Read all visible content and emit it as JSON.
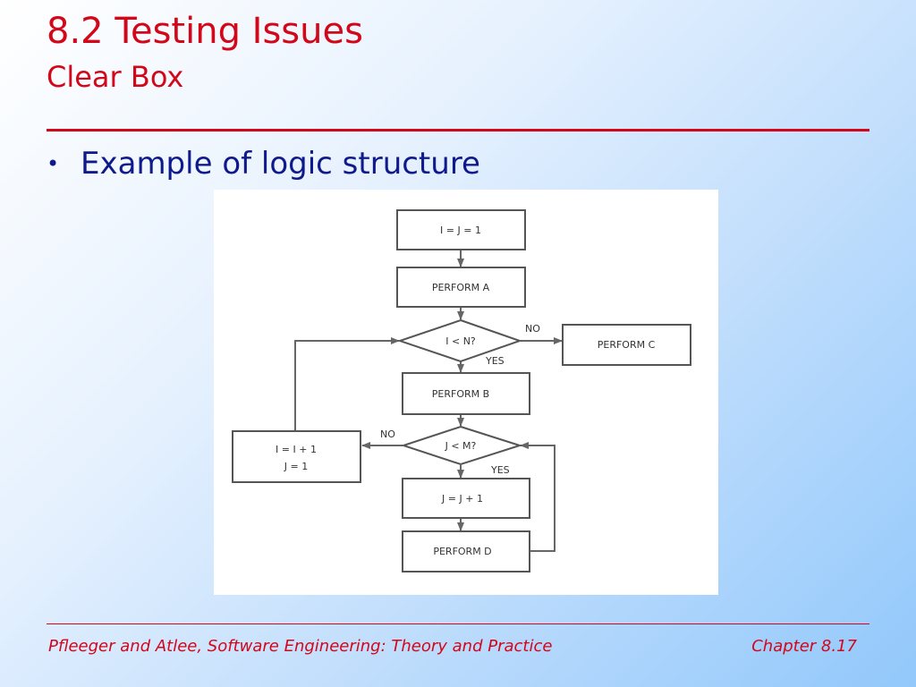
{
  "slide": {
    "title": "8.2 Testing Issues",
    "subtitle": "Clear Box",
    "bullet_marker": "•",
    "bullet": "Example of logic structure"
  },
  "flowchart": {
    "init": "I = J = 1",
    "perform_a": "PERFORM A",
    "decision_i": "I < N?",
    "decision_i_no": "NO",
    "decision_i_yes": "YES",
    "perform_c": "PERFORM C",
    "perform_b": "PERFORM B",
    "decision_j": "J < M?",
    "decision_j_no": "NO",
    "decision_j_yes": "YES",
    "increment_i_line1": "I = I + 1",
    "increment_i_line2": "J = 1",
    "increment_j": "J = J + 1",
    "perform_d": "PERFORM D"
  },
  "footer": {
    "citation": "Pfleeger and Atlee, Software Engineering: Theory and Practice",
    "chapter": "Chapter 8.17"
  },
  "colors": {
    "heading": "#d2071a",
    "body_text": "#0f1a8c",
    "background_light": "#ffffff",
    "background_dark": "#92c8fb"
  }
}
